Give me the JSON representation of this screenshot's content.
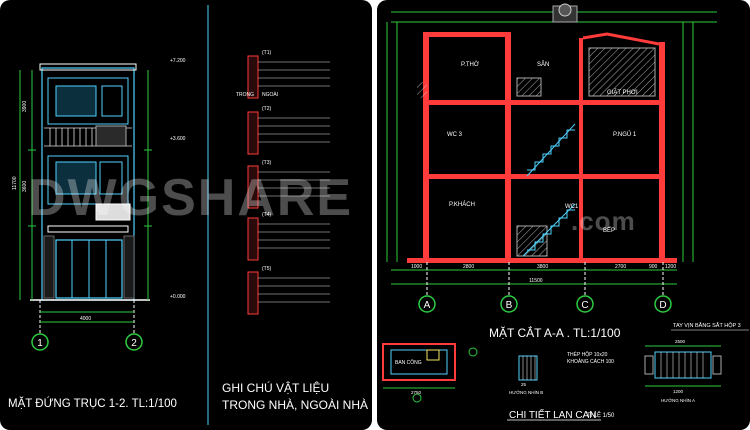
{
  "watermark": {
    "main": "DWGSHARE",
    "suffix": ".com"
  },
  "left_panel": {
    "elevation_caption": "MẶT ĐỨNG TRỤC 1-2. TL:1/100",
    "notes_caption_line1": "GHI CHÚ VẬT LIỆU",
    "notes_caption_line2": "TRONG NHÀ, NGOÀI NHÀ",
    "axis_labels": [
      "1",
      "2"
    ],
    "elevation_dims": [
      "3900",
      "3600",
      "11700",
      "4000"
    ],
    "elevation_levels": [
      "+7.200",
      "+3.600",
      "+0.000"
    ],
    "note_tags": [
      "(T1)",
      "(T2)",
      "(T3)",
      "(T4)",
      "(T5)"
    ],
    "note_inside": "TRONG",
    "note_outside": "NGOÀI"
  },
  "right_panel": {
    "section_caption": "MẶT CẮT A-A . TL:1/100",
    "railing_caption": "CHI TIẾT LAN CAN",
    "railing_scale": "Tỉ LỆ 1/50",
    "room_labels": [
      "P.THỜ",
      "SÂN",
      "GIẶT PHƠI",
      "WC 3",
      "P.NGỦ 1",
      "P.KHÁCH",
      "WC1",
      "BẾP"
    ],
    "axis_labels": [
      "A",
      "B",
      "C",
      "D"
    ],
    "bottom_dims": [
      "1000",
      "2800",
      "3800",
      "2700",
      "900",
      "1200"
    ],
    "total_dim": "11500",
    "detail_labels": [
      "BAN CÔNG",
      "THÉP HỘP 10x20",
      "KHOẢNG CÁCH 100",
      "TAY VỊN BẰNG SẮT HỘP 3",
      "HƯỚNG NHÌN B",
      "HƯỚNG NHÌN A"
    ],
    "detail_dims": [
      "2750",
      "2500",
      "25",
      "1200"
    ]
  },
  "colors": {
    "line": "#4fd2ff",
    "wall": "#ff3b3b",
    "green": "#2ecc40",
    "yellow": "#f5e663",
    "magenta": "#ff4dff"
  }
}
